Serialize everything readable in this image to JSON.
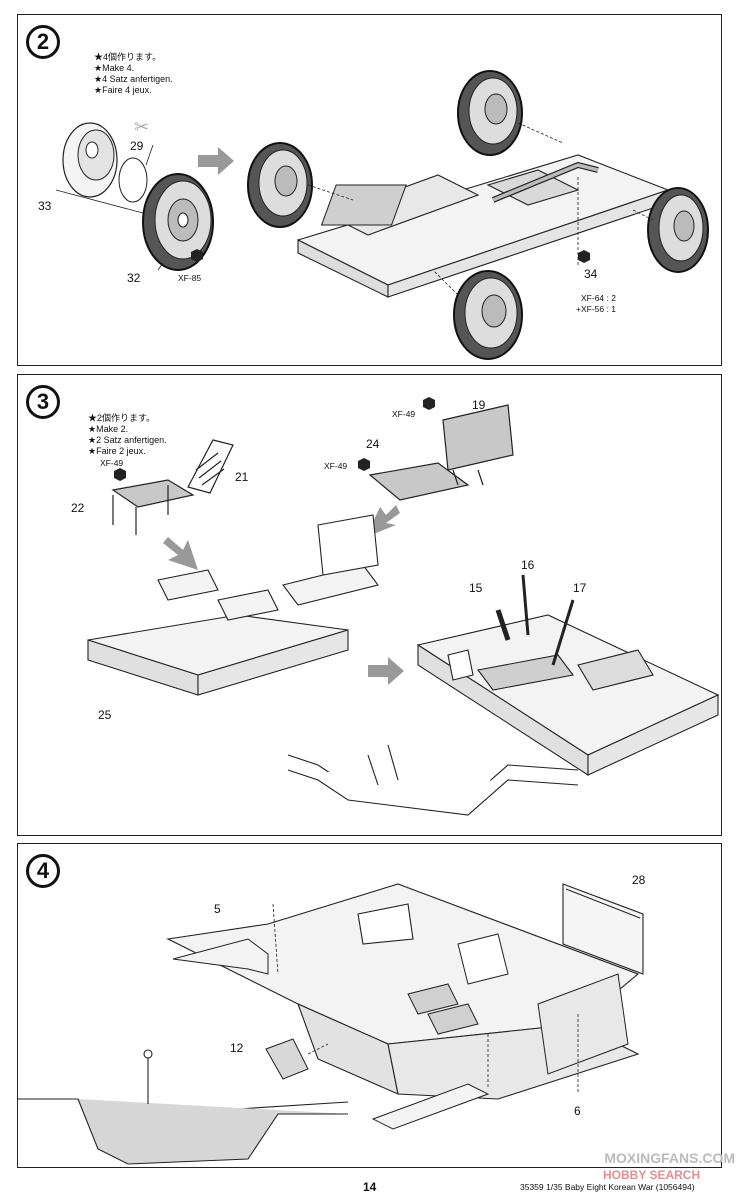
{
  "step2": {
    "number": "2",
    "notes": [
      "★4個作ります。",
      "★Make 4.",
      "★4 Satz anfertigen.",
      "★Faire 4 jeux."
    ],
    "parts": {
      "p29": "29",
      "p33": "33",
      "p32": "32",
      "p34": "34"
    },
    "paints": {
      "wheel": "XF-85",
      "exhaust_a": "XF-64 : 2",
      "exhaust_b": "+XF-56 : 1"
    }
  },
  "step3": {
    "number": "3",
    "notes": [
      "★2個作ります。",
      "★Make 2.",
      "★2 Satz anfertigen.",
      "★Faire 2 jeux."
    ],
    "parts": {
      "p19": "19",
      "p21": "21",
      "p22": "22",
      "p24": "24",
      "p25": "25",
      "p16": "16",
      "p15": "15",
      "p17": "17"
    },
    "paints": {
      "seat_a": "XF-49",
      "seat_b": "XF-49",
      "seat_c": "XF-49"
    }
  },
  "step4": {
    "number": "4",
    "parts": {
      "p5": "5",
      "p12": "12",
      "p28": "28",
      "p6": "6"
    }
  },
  "footer": {
    "page": "14",
    "kit_ref": "35359 1/35 Baby Eight Korean War (1056494)",
    "watermark": "MOXINGFANS.COM",
    "watermark2": "HOBBY SEARCH"
  },
  "colors": {
    "line": "#222222",
    "fill_gray": "#d8d8d8",
    "fill_light": "#f1f1f1"
  }
}
